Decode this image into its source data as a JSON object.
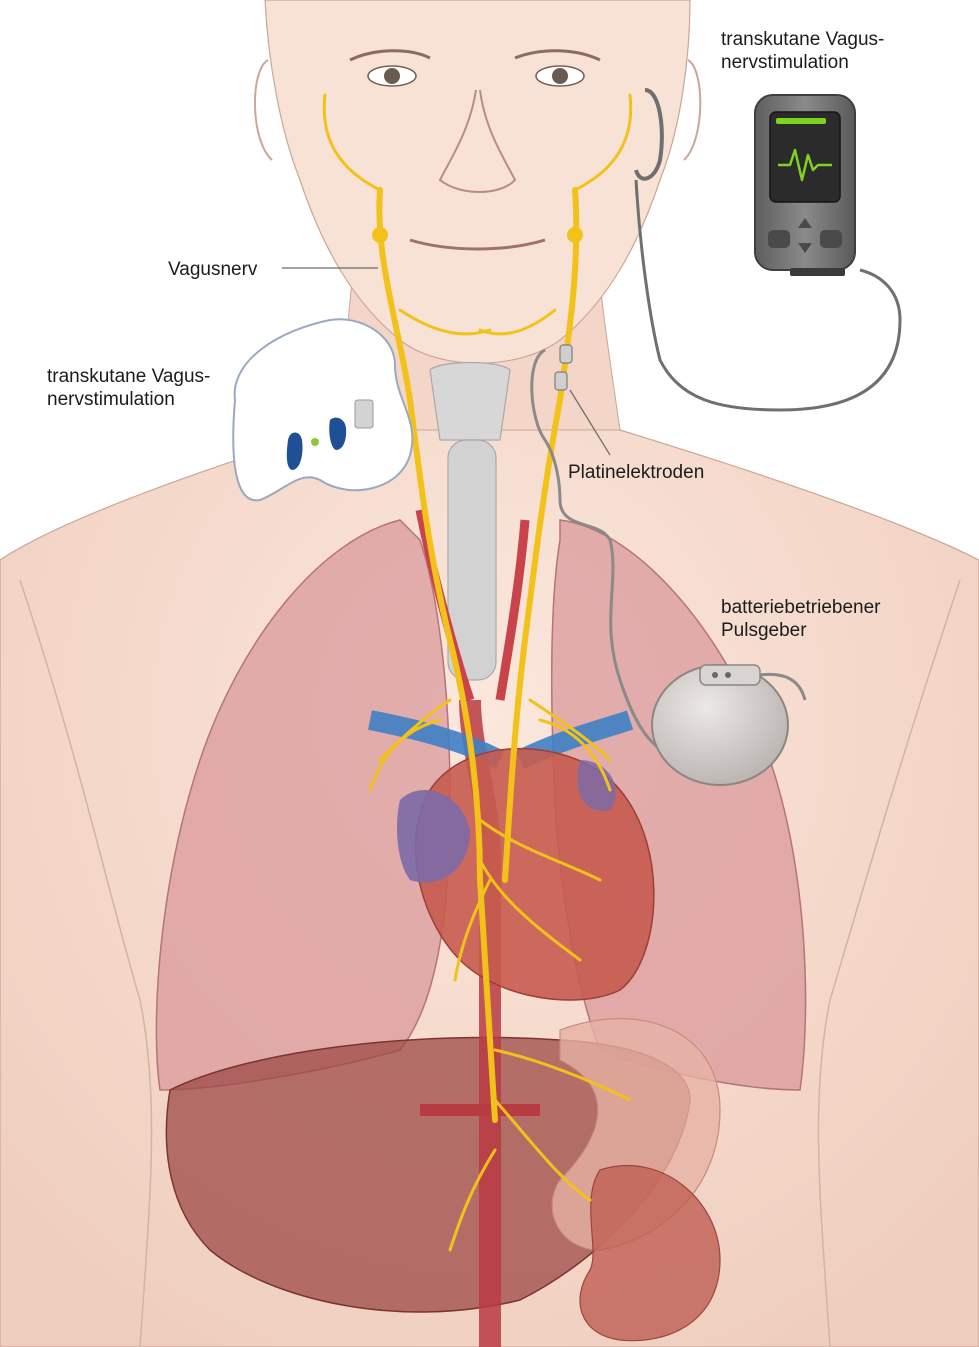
{
  "labels": {
    "tvns_device": {
      "line1": "transkutane Vagus-",
      "line2": "nervstimulation"
    },
    "vagusnerv": "Vagusnerv",
    "tvns_earpiece": {
      "line1": "transkutane Vagus-",
      "line2": "nervstimulation"
    },
    "platinelektroden": "Platinelektroden",
    "pulsgeber": {
      "line1": "batteriebetriebener",
      "line2": "Pulsgeber"
    }
  },
  "colors": {
    "skin": "#f6ddd0",
    "skin_shade": "#ebc3b3",
    "lung": "#d99a9c",
    "nerve": "#f2c21a",
    "artery": "#c8434a",
    "vein": "#3f7fc4",
    "heart": "#c75b4f",
    "liver": "#9e4a45",
    "device_body": "#6f6f6f",
    "device_screen": "#2b2b2b",
    "screen_wave": "#7ed321",
    "pulse_generator": "#cfcac7",
    "earpiece_accent": "#1f4f95"
  }
}
